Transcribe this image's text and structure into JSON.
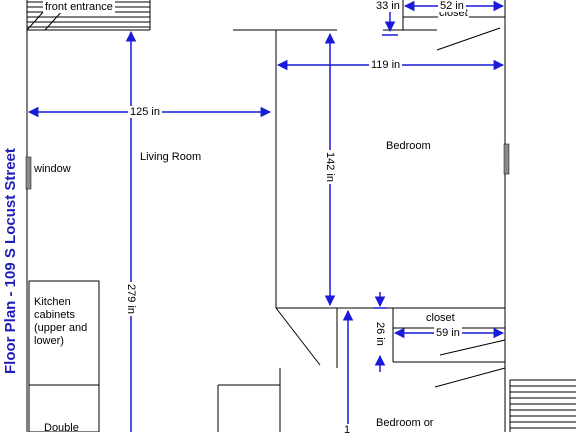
{
  "title": "Floor Plan - 109 S Locust Street",
  "colors": {
    "dimension": "#1a1ad8",
    "wall": "#000000",
    "window": "#8a8a8a",
    "title": "#1f1fb8"
  },
  "rooms": {
    "front_entrance": "front entrance",
    "living_room": "Living Room",
    "bedroom": "Bedroom",
    "closet_top": "closet",
    "closet_mid": "closet",
    "window": "window",
    "kitchen": "Kitchen cabinets (upper and lower)",
    "double": "Double",
    "bedroom_or": "Bedroom or"
  },
  "dimensions": {
    "d_33": "33 in",
    "d_52": "52 in",
    "d_119": "119 in",
    "d_125": "125 in",
    "d_142": "142 in",
    "d_279": "279 in",
    "d_26": "26 in",
    "d_59": "59 in",
    "d_partial": "1"
  }
}
